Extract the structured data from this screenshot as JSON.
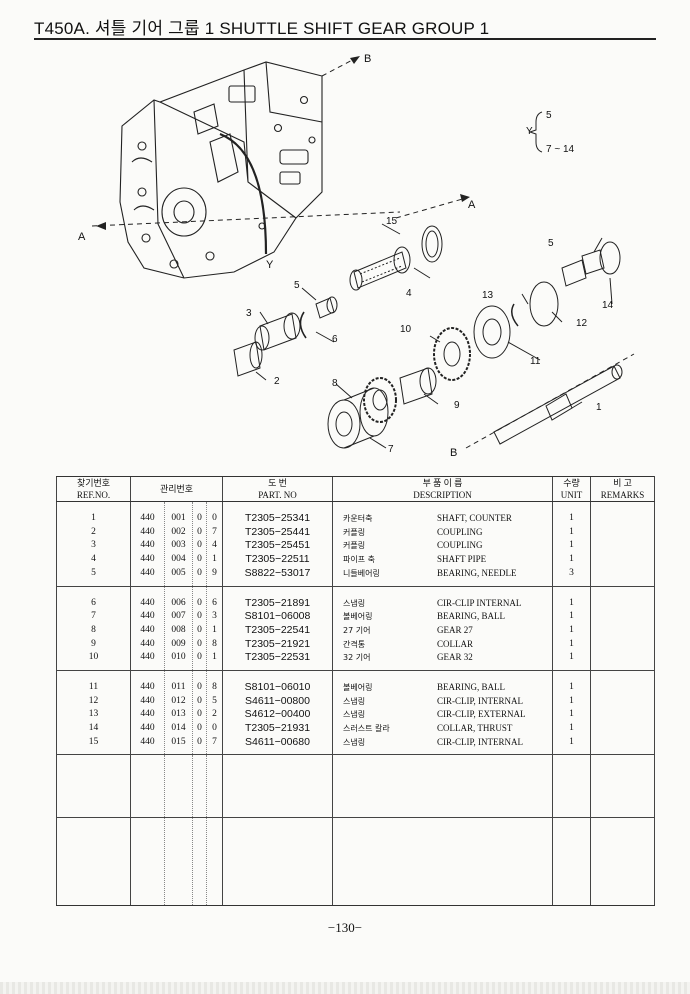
{
  "header": {
    "title": "T450A. 셔틀 기어 그룹 1 SHUTTLE SHIFT GEAR GROUP 1"
  },
  "diagram": {
    "view_labels": [
      "A",
      "B",
      "A",
      "B",
      "Y"
    ],
    "detail_y": {
      "letter": "Y",
      "top": "5",
      "bottom": "7 ~ 14"
    },
    "callouts": [
      "1",
      "2",
      "3",
      "4",
      "5",
      "5",
      "6",
      "7",
      "8",
      "9",
      "10",
      "11",
      "12",
      "13",
      "14",
      "15"
    ]
  },
  "table": {
    "headers": {
      "ref_ko": "찾기번호",
      "ref_en": "REF.NO.",
      "mgmt_ko": "관리번호",
      "part_ko": "도 번",
      "part_en": "PART. NO",
      "desc_ko": "부 품 이 름",
      "desc_en": "DESCRIPTION",
      "unit_ko": "수량",
      "unit_en": "UNIT",
      "remarks_ko": "비 고",
      "remarks_en": "REMARKS"
    },
    "groups": [
      [
        {
          "ref": "1",
          "m1": "440",
          "m2": "001",
          "m3": "0",
          "m4": "0",
          "part": "T2305−25341",
          "kor": "카운터축",
          "eng": "SHAFT, COUNTER",
          "unit": "1"
        },
        {
          "ref": "2",
          "m1": "440",
          "m2": "002",
          "m3": "0",
          "m4": "7",
          "part": "T2305−25441",
          "kor": "커플링",
          "eng": "COUPLING",
          "unit": "1"
        },
        {
          "ref": "3",
          "m1": "440",
          "m2": "003",
          "m3": "0",
          "m4": "4",
          "part": "T2305−25451",
          "kor": "커플링",
          "eng": "COUPLING",
          "unit": "1"
        },
        {
          "ref": "4",
          "m1": "440",
          "m2": "004",
          "m3": "0",
          "m4": "1",
          "part": "T2305−22511",
          "kor": "파이프 축",
          "eng": "SHAFT PIPE",
          "unit": "1"
        },
        {
          "ref": "5",
          "m1": "440",
          "m2": "005",
          "m3": "0",
          "m4": "9",
          "part": "S8822−53017",
          "kor": "니들베어링",
          "eng": "BEARING, NEEDLE",
          "unit": "3"
        }
      ],
      [
        {
          "ref": "6",
          "m1": "440",
          "m2": "006",
          "m3": "0",
          "m4": "6",
          "part": "T2305−21891",
          "kor": "스냅링",
          "eng": "CIR-CLIP INTERNAL",
          "unit": "1"
        },
        {
          "ref": "7",
          "m1": "440",
          "m2": "007",
          "m3": "0",
          "m4": "3",
          "part": "S8101−06008",
          "kor": "볼베어링",
          "eng": "BEARING, BALL",
          "unit": "1"
        },
        {
          "ref": "8",
          "m1": "440",
          "m2": "008",
          "m3": "0",
          "m4": "1",
          "part": "T2305−22541",
          "kor": "27 기어",
          "eng": "GEAR 27",
          "unit": "1"
        },
        {
          "ref": "9",
          "m1": "440",
          "m2": "009",
          "m3": "0",
          "m4": "8",
          "part": "T2305−21921",
          "kor": "간격통",
          "eng": "COLLAR",
          "unit": "1"
        },
        {
          "ref": "10",
          "m1": "440",
          "m2": "010",
          "m3": "0",
          "m4": "1",
          "part": "T2305−22531",
          "kor": "32 기어",
          "eng": "GEAR 32",
          "unit": "1"
        }
      ],
      [
        {
          "ref": "11",
          "m1": "440",
          "m2": "011",
          "m3": "0",
          "m4": "8",
          "part": "S8101−06010",
          "kor": "볼베어링",
          "eng": "BEARING, BALL",
          "unit": "1"
        },
        {
          "ref": "12",
          "m1": "440",
          "m2": "012",
          "m3": "0",
          "m4": "5",
          "part": "S4611−00800",
          "kor": "스냅링",
          "eng": "CIR-CLIP, INTERNAL",
          "unit": "1"
        },
        {
          "ref": "13",
          "m1": "440",
          "m2": "013",
          "m3": "0",
          "m4": "2",
          "part": "S4612−00400",
          "kor": "스냅링",
          "eng": "CIR-CLIP, EXTERNAL",
          "unit": "1"
        },
        {
          "ref": "14",
          "m1": "440",
          "m2": "014",
          "m3": "0",
          "m4": "0",
          "part": "T2305−21931",
          "kor": "스러스트 칼라",
          "eng": "COLLAR, THRUST",
          "unit": "1"
        },
        {
          "ref": "15",
          "m1": "440",
          "m2": "015",
          "m3": "0",
          "m4": "7",
          "part": "S4611−00680",
          "kor": "스냅링",
          "eng": "CIR-CLIP, INTERNAL",
          "unit": "1"
        }
      ]
    ]
  },
  "footer": {
    "page": "−130−"
  }
}
